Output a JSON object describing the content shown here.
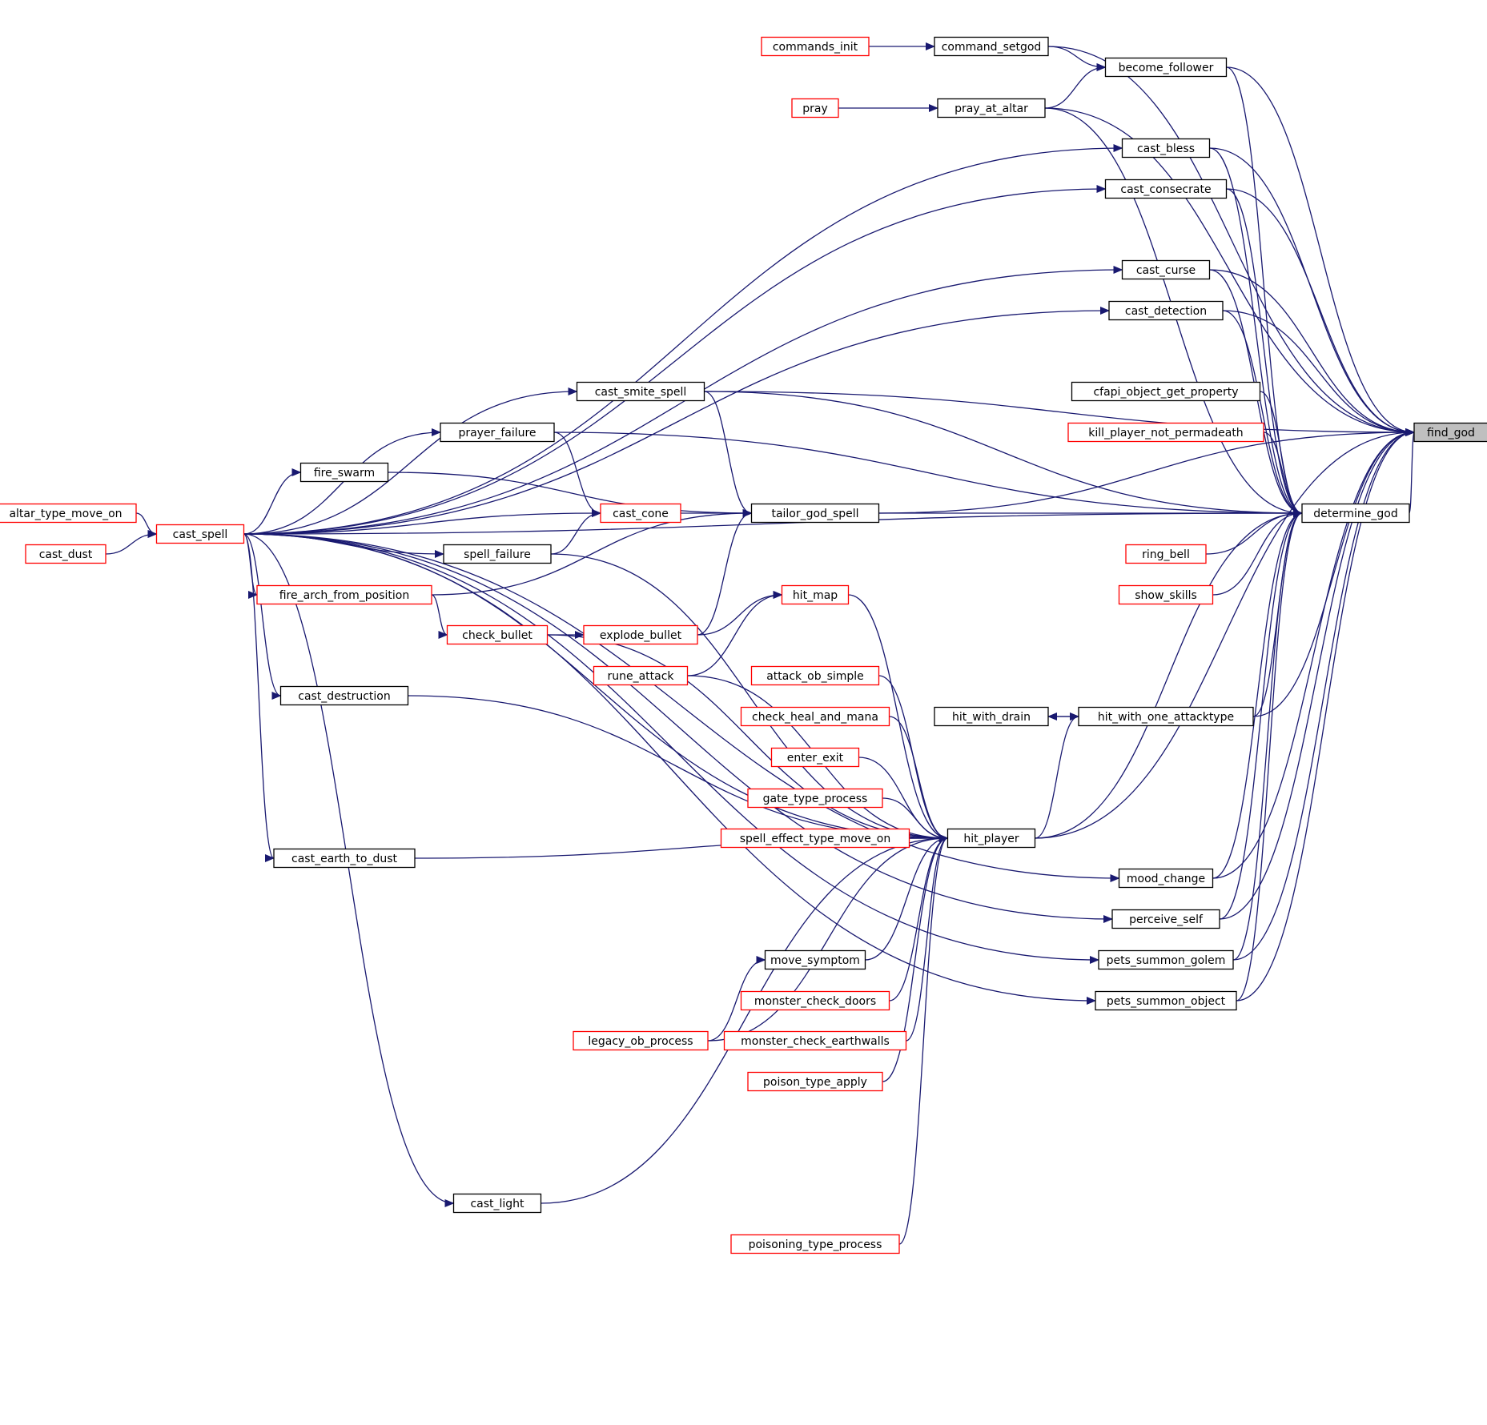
{
  "colors": {
    "edge": "#191970",
    "normal_border": "#000000",
    "truncated_border": "#ff0000",
    "root_fill": "#bfbfbf",
    "node_fill": "#ffffff"
  },
  "root": "find_god",
  "nodes": [
    {
      "id": "find_god",
      "label": "find_god",
      "style": "root"
    },
    {
      "id": "determine_god",
      "label": "determine_god",
      "style": "normal"
    },
    {
      "id": "become_follower",
      "label": "become_follower",
      "style": "normal"
    },
    {
      "id": "command_setgod",
      "label": "command_setgod",
      "style": "normal"
    },
    {
      "id": "commands_init",
      "label": "commands_init",
      "style": "truncated"
    },
    {
      "id": "pray_at_altar",
      "label": "pray_at_altar",
      "style": "normal"
    },
    {
      "id": "pray",
      "label": "pray",
      "style": "truncated"
    },
    {
      "id": "cast_bless",
      "label": "cast_bless",
      "style": "normal"
    },
    {
      "id": "cast_consecrate",
      "label": "cast_consecrate",
      "style": "normal"
    },
    {
      "id": "cast_curse",
      "label": "cast_curse",
      "style": "normal"
    },
    {
      "id": "cast_detection",
      "label": "cast_detection",
      "style": "normal"
    },
    {
      "id": "cfapi_object_get_property",
      "label": "cfapi_object_get_property",
      "style": "normal"
    },
    {
      "id": "kill_player_not_permadeath",
      "label": "kill_player_not_permadeath",
      "style": "truncated"
    },
    {
      "id": "ring_bell",
      "label": "ring_bell",
      "style": "truncated"
    },
    {
      "id": "show_skills",
      "label": "show_skills",
      "style": "truncated"
    },
    {
      "id": "hit_with_one_attacktype",
      "label": "hit_with_one_attacktype",
      "style": "normal"
    },
    {
      "id": "hit_with_drain",
      "label": "hit_with_drain",
      "style": "normal"
    },
    {
      "id": "mood_change",
      "label": "mood_change",
      "style": "normal"
    },
    {
      "id": "perceive_self",
      "label": "perceive_self",
      "style": "normal"
    },
    {
      "id": "pets_summon_golem",
      "label": "pets_summon_golem",
      "style": "normal"
    },
    {
      "id": "pets_summon_object",
      "label": "pets_summon_object",
      "style": "normal"
    },
    {
      "id": "cast_smite_spell",
      "label": "cast_smite_spell",
      "style": "normal"
    },
    {
      "id": "prayer_failure",
      "label": "prayer_failure",
      "style": "normal"
    },
    {
      "id": "fire_swarm",
      "label": "fire_swarm",
      "style": "normal"
    },
    {
      "id": "tailor_god_spell",
      "label": "tailor_god_spell",
      "style": "normal"
    },
    {
      "id": "cast_cone",
      "label": "cast_cone",
      "style": "truncated"
    },
    {
      "id": "spell_failure",
      "label": "spell_failure",
      "style": "normal"
    },
    {
      "id": "fire_arch_from_position",
      "label": "fire_arch_from_position",
      "style": "truncated"
    },
    {
      "id": "check_bullet",
      "label": "check_bullet",
      "style": "truncated"
    },
    {
      "id": "explode_bullet",
      "label": "explode_bullet",
      "style": "truncated"
    },
    {
      "id": "hit_map",
      "label": "hit_map",
      "style": "truncated"
    },
    {
      "id": "rune_attack",
      "label": "rune_attack",
      "style": "truncated"
    },
    {
      "id": "attack_ob_simple",
      "label": "attack_ob_simple",
      "style": "truncated"
    },
    {
      "id": "check_heal_and_mana",
      "label": "check_heal_and_mana",
      "style": "truncated"
    },
    {
      "id": "enter_exit",
      "label": "enter_exit",
      "style": "truncated"
    },
    {
      "id": "gate_type_process",
      "label": "gate_type_process",
      "style": "truncated"
    },
    {
      "id": "spell_effect_type_move_on",
      "label": "spell_effect_type_move_on",
      "style": "truncated"
    },
    {
      "id": "hit_player",
      "label": "hit_player",
      "style": "normal"
    },
    {
      "id": "move_symptom",
      "label": "move_symptom",
      "style": "normal"
    },
    {
      "id": "monster_check_doors",
      "label": "monster_check_doors",
      "style": "truncated"
    },
    {
      "id": "legacy_ob_process",
      "label": "legacy_ob_process",
      "style": "truncated"
    },
    {
      "id": "monster_check_earthwalls",
      "label": "monster_check_earthwalls",
      "style": "truncated"
    },
    {
      "id": "poison_type_apply",
      "label": "poison_type_apply",
      "style": "truncated"
    },
    {
      "id": "cast_light",
      "label": "cast_light",
      "style": "normal"
    },
    {
      "id": "poisoning_type_process",
      "label": "poisoning_type_process",
      "style": "truncated"
    },
    {
      "id": "cast_spell",
      "label": "cast_spell",
      "style": "truncated"
    },
    {
      "id": "altar_type_move_on",
      "label": "altar_type_move_on",
      "style": "truncated"
    },
    {
      "id": "cast_dust",
      "label": "cast_dust",
      "style": "truncated"
    },
    {
      "id": "cast_destruction",
      "label": "cast_destruction",
      "style": "normal"
    },
    {
      "id": "cast_earth_to_dust",
      "label": "cast_earth_to_dust",
      "style": "normal"
    }
  ],
  "edges": [
    [
      "determine_god",
      "find_god"
    ],
    [
      "command_setgod",
      "find_god"
    ],
    [
      "become_follower",
      "find_god"
    ],
    [
      "pray_at_altar",
      "find_god"
    ],
    [
      "cast_bless",
      "find_god"
    ],
    [
      "cast_consecrate",
      "find_god"
    ],
    [
      "cast_curse",
      "find_god"
    ],
    [
      "cast_detection",
      "find_god"
    ],
    [
      "cast_smite_spell",
      "find_god"
    ],
    [
      "hit_with_one_attacktype",
      "find_god"
    ],
    [
      "tailor_god_spell",
      "find_god"
    ],
    [
      "hit_player",
      "find_god"
    ],
    [
      "mood_change",
      "find_god"
    ],
    [
      "perceive_self",
      "find_god"
    ],
    [
      "pets_summon_golem",
      "find_god"
    ],
    [
      "pets_summon_object",
      "find_god"
    ],
    [
      "commands_init",
      "command_setgod"
    ],
    [
      "command_setgod",
      "become_follower"
    ],
    [
      "pray_at_altar",
      "become_follower"
    ],
    [
      "pray",
      "pray_at_altar"
    ],
    [
      "become_follower",
      "determine_god"
    ],
    [
      "pray_at_altar",
      "determine_god"
    ],
    [
      "cast_bless",
      "determine_god"
    ],
    [
      "cast_consecrate",
      "determine_god"
    ],
    [
      "cast_curse",
      "determine_god"
    ],
    [
      "cast_detection",
      "determine_god"
    ],
    [
      "cfapi_object_get_property",
      "determine_god"
    ],
    [
      "kill_player_not_permadeath",
      "determine_god"
    ],
    [
      "ring_bell",
      "determine_god"
    ],
    [
      "show_skills",
      "determine_god"
    ],
    [
      "cast_smite_spell",
      "determine_god"
    ],
    [
      "prayer_failure",
      "determine_god"
    ],
    [
      "tailor_god_spell",
      "determine_god"
    ],
    [
      "hit_with_one_attacktype",
      "determine_god"
    ],
    [
      "hit_player",
      "determine_god"
    ],
    [
      "mood_change",
      "determine_god"
    ],
    [
      "perceive_self",
      "determine_god"
    ],
    [
      "pets_summon_golem",
      "determine_god"
    ],
    [
      "pets_summon_object",
      "determine_god"
    ],
    [
      "cast_spell",
      "determine_god"
    ],
    [
      "hit_with_drain",
      "hit_with_one_attacktype"
    ],
    [
      "hit_with_one_attacktype",
      "hit_with_drain"
    ],
    [
      "hit_player",
      "hit_with_one_attacktype"
    ],
    [
      "cast_spell",
      "cast_bless"
    ],
    [
      "cast_spell",
      "cast_consecrate"
    ],
    [
      "cast_spell",
      "cast_curse"
    ],
    [
      "cast_spell",
      "cast_detection"
    ],
    [
      "cast_spell",
      "cast_smite_spell"
    ],
    [
      "cast_spell",
      "prayer_failure"
    ],
    [
      "cast_spell",
      "fire_swarm"
    ],
    [
      "cast_spell",
      "cast_cone"
    ],
    [
      "cast_spell",
      "spell_failure"
    ],
    [
      "cast_spell",
      "fire_arch_from_position"
    ],
    [
      "cast_spell",
      "cast_destruction"
    ],
    [
      "cast_spell",
      "cast_earth_to_dust"
    ],
    [
      "cast_spell",
      "cast_light"
    ],
    [
      "cast_spell",
      "hit_player"
    ],
    [
      "cast_spell",
      "mood_change"
    ],
    [
      "cast_spell",
      "perceive_self"
    ],
    [
      "cast_spell",
      "pets_summon_golem"
    ],
    [
      "cast_spell",
      "pets_summon_object"
    ],
    [
      "altar_type_move_on",
      "cast_spell"
    ],
    [
      "cast_dust",
      "cast_spell"
    ],
    [
      "cast_smite_spell",
      "tailor_god_spell"
    ],
    [
      "fire_swarm",
      "tailor_god_spell"
    ],
    [
      "cast_cone",
      "tailor_god_spell"
    ],
    [
      "fire_arch_from_position",
      "tailor_god_spell"
    ],
    [
      "explode_bullet",
      "tailor_god_spell"
    ],
    [
      "prayer_failure",
      "cast_cone"
    ],
    [
      "spell_failure",
      "cast_cone"
    ],
    [
      "fire_arch_from_position",
      "check_bullet"
    ],
    [
      "check_bullet",
      "explode_bullet"
    ],
    [
      "explode_bullet",
      "hit_map"
    ],
    [
      "rune_attack",
      "hit_map"
    ],
    [
      "spell_failure",
      "hit_player"
    ],
    [
      "hit_map",
      "hit_player"
    ],
    [
      "rune_attack",
      "hit_player"
    ],
    [
      "attack_ob_simple",
      "hit_player"
    ],
    [
      "check_heal_and_mana",
      "hit_player"
    ],
    [
      "enter_exit",
      "hit_player"
    ],
    [
      "gate_type_process",
      "hit_player"
    ],
    [
      "spell_effect_type_move_on",
      "hit_player"
    ],
    [
      "check_bullet",
      "hit_player"
    ],
    [
      "cast_destruction",
      "hit_player"
    ],
    [
      "cast_earth_to_dust",
      "hit_player"
    ],
    [
      "move_symptom",
      "hit_player"
    ],
    [
      "monster_check_doors",
      "hit_player"
    ],
    [
      "monster_check_earthwalls",
      "hit_player"
    ],
    [
      "legacy_ob_process",
      "hit_player"
    ],
    [
      "poison_type_apply",
      "hit_player"
    ],
    [
      "cast_light",
      "hit_player"
    ],
    [
      "poisoning_type_process",
      "hit_player"
    ],
    [
      "legacy_ob_process",
      "move_symptom"
    ]
  ]
}
